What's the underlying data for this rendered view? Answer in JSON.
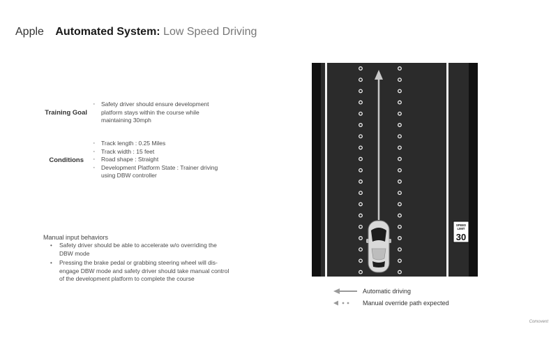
{
  "header": {
    "brand": "Apple",
    "title_bold": "Automated System:",
    "title_light": "Low Speed Driving"
  },
  "training_goal": {
    "label": "Training Goal",
    "items": [
      "Safety driver should ensure development platform stays within the course while maintaining 30mph"
    ]
  },
  "conditions": {
    "label": "Conditions",
    "items": [
      "Track length : 0.25 Miles",
      "Track width : 15 feet",
      "Road shape : Straight",
      "Development Platform State : Trainer driving using DBW controller"
    ]
  },
  "manual_input": {
    "title": "Manual input behaviors",
    "items": [
      "Safety driver should be able to accelerate w/o overriding the DBW mode",
      "Pressing the brake pedal or grabbing steering wheel will dis-engage DBW mode and safety driver should take manual control of the development platform to complete the course"
    ]
  },
  "sign": {
    "line1": "SPEED",
    "line2": "LIMIT",
    "value": "30"
  },
  "legend": {
    "automatic": "Automatic driving",
    "manual": "Manual override path expected"
  },
  "footer": {
    "mark": "Comovent"
  },
  "colors": {
    "road": "#2b2b2b",
    "lane_line": "#f2f2f2",
    "arrow": "#c8c8c8",
    "legend_arrow": "#9a9a9a"
  }
}
